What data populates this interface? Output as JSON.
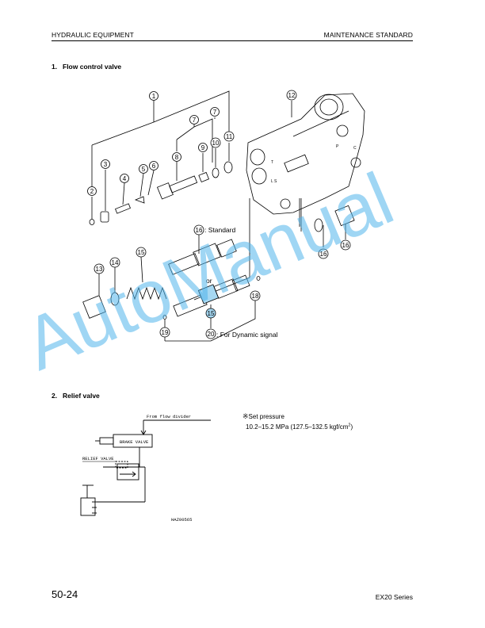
{
  "header": {
    "left": "HYDRAULIC EQUIPMENT",
    "right": "MAINTENANCE STANDARD"
  },
  "section1": {
    "number": "1.",
    "title": "Flow control valve",
    "callouts": [
      "1",
      "2",
      "3",
      "4",
      "5",
      "6",
      "7",
      "7",
      "8",
      "9",
      "10",
      "11",
      "12",
      "13",
      "14",
      "15",
      "16",
      "16",
      "16",
      "18",
      "19",
      "20"
    ],
    "labels": {
      "standard": ": Standard",
      "or": "or",
      "dynamic": ": For Dynamic signal"
    },
    "body_marks": [
      "T",
      "L S",
      "P",
      "C"
    ]
  },
  "section2": {
    "number": "2.",
    "title": "Relief valve",
    "diagram": {
      "from": "From flow divider",
      "brake": "BRAKE VALVE",
      "relief": "RELIEF VALVE",
      "code": "HAZ00565"
    },
    "spec": {
      "symbol": "※",
      "label": "Set pressure",
      "value": "10.2–15.2 MPa (127.5–132.5 kgf/cm",
      "value_sup": "2",
      "value_end": ")"
    }
  },
  "watermark": "AutoManual",
  "footer": {
    "page": "50-24",
    "series": "EX20 Series"
  }
}
